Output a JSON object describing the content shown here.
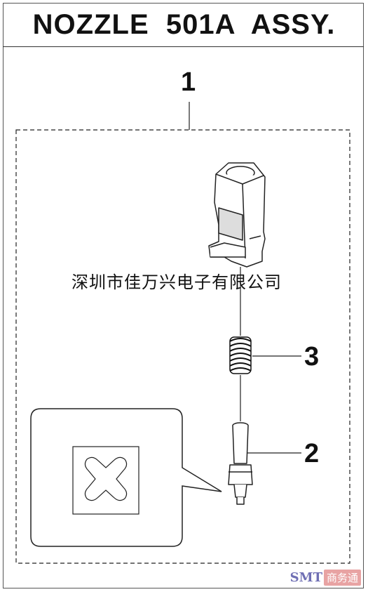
{
  "title": "NOZZLE  501A  ASSY.",
  "callouts": {
    "assembly": "1",
    "shaft": "2",
    "spring": "3"
  },
  "watermark": "深圳市佳万兴电子有限公司",
  "badge": {
    "smt": "SMT",
    "cn": "商务通"
  },
  "colors": {
    "line": "#222222",
    "badge_smt": "#6f6fb4",
    "badge_cn_bg": "#e8a3a3"
  }
}
